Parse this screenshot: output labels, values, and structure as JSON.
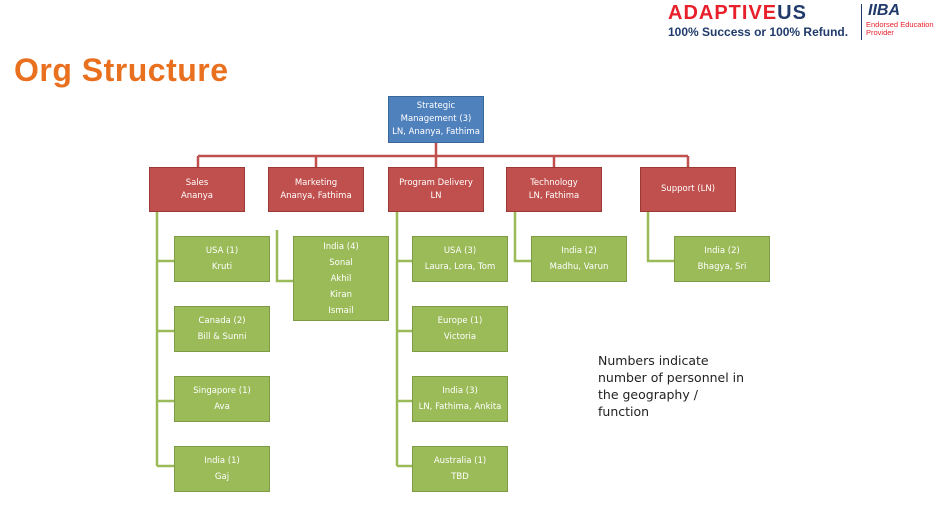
{
  "title": "Org Structure",
  "logo": {
    "brand_left": "ADAPTIVE",
    "brand_right": "US",
    "tagline": "100% Success or 100% Refund.",
    "partner": "IIBA",
    "partner_note_1": "Endorsed Education",
    "partner_note_2": "Provider"
  },
  "colors": {
    "top": "#4F81BD",
    "department": "#C0504D",
    "leaf": "#9BBB59",
    "title": "#E8701E"
  },
  "org": {
    "root": {
      "line1": "Strategic",
      "line2": "Management (3)",
      "line3": "LN, Ananya, Fathima"
    },
    "departments": [
      {
        "name": "Sales",
        "people": "Ananya",
        "children": [
          {
            "line1": "USA (1)",
            "line2": "Kruti"
          },
          {
            "line1": "Canada (2)",
            "line2": "Bill & Sunni"
          },
          {
            "line1": "Singapore (1)",
            "line2": "Ava"
          },
          {
            "line1": "India (1)",
            "line2": "Gaj"
          }
        ]
      },
      {
        "name": "Marketing",
        "people": "Ananya, Fathima",
        "children": [
          {
            "line1": "India (4)",
            "line2": "Sonal",
            "line3": "Akhil",
            "line4": "Kiran",
            "line5": "Ismail"
          }
        ]
      },
      {
        "name": "Program Delivery",
        "people": "LN",
        "children": [
          {
            "line1": "USA (3)",
            "line2": "Laura, Lora, Tom"
          },
          {
            "line1": "Europe (1)",
            "line2": "Victoria"
          },
          {
            "line1": "India (3)",
            "line2": "LN, Fathima, Ankita"
          },
          {
            "line1": "Australia (1)",
            "line2": "TBD"
          }
        ]
      },
      {
        "name": "Technology",
        "people": "LN, Fathima",
        "children": [
          {
            "line1": "India (2)",
            "line2": "Madhu, Varun"
          }
        ]
      },
      {
        "name": "Support (LN)",
        "people": "",
        "children": [
          {
            "line1": "India (2)",
            "line2": "Bhagya, Sri"
          }
        ]
      }
    ]
  },
  "note": "Numbers indicate number of personnel in the geography / function"
}
